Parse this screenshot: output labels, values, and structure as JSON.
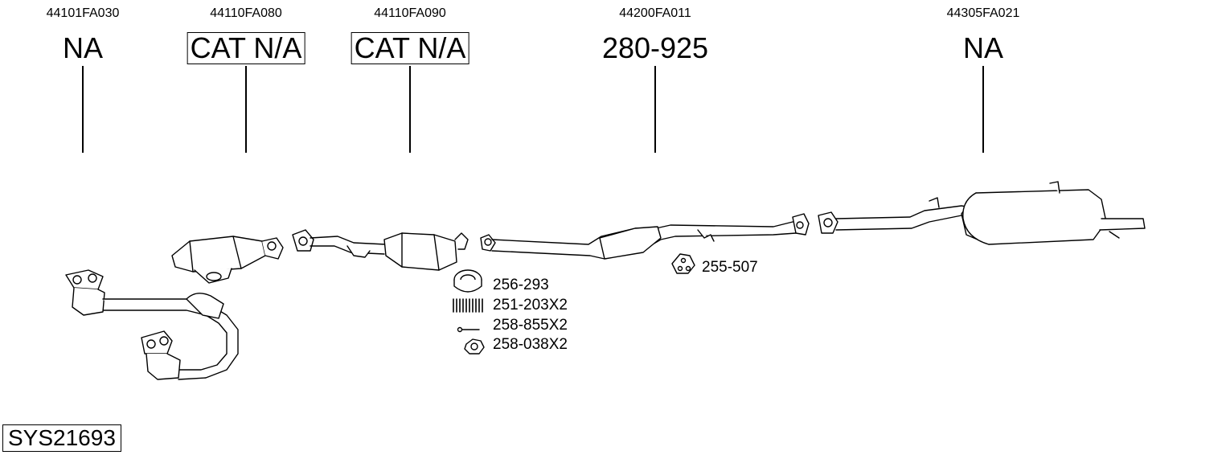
{
  "parts": [
    {
      "oem": "44101FA030",
      "ref": "NA",
      "boxed": false
    },
    {
      "oem": "44110FA080",
      "ref": "CAT N/A",
      "boxed": true
    },
    {
      "oem": "44110FA090",
      "ref": "CAT N/A",
      "boxed": true
    },
    {
      "oem": "44200FA011",
      "ref": "280-925",
      "boxed": false
    },
    {
      "oem": "44305FA021",
      "ref": "NA",
      "boxed": false
    }
  ],
  "fitting_kit": [
    "256-293",
    "251-203X2",
    "258-855X2",
    "258-038X2"
  ],
  "hanger": "255-507",
  "system_code": "SYS21693"
}
